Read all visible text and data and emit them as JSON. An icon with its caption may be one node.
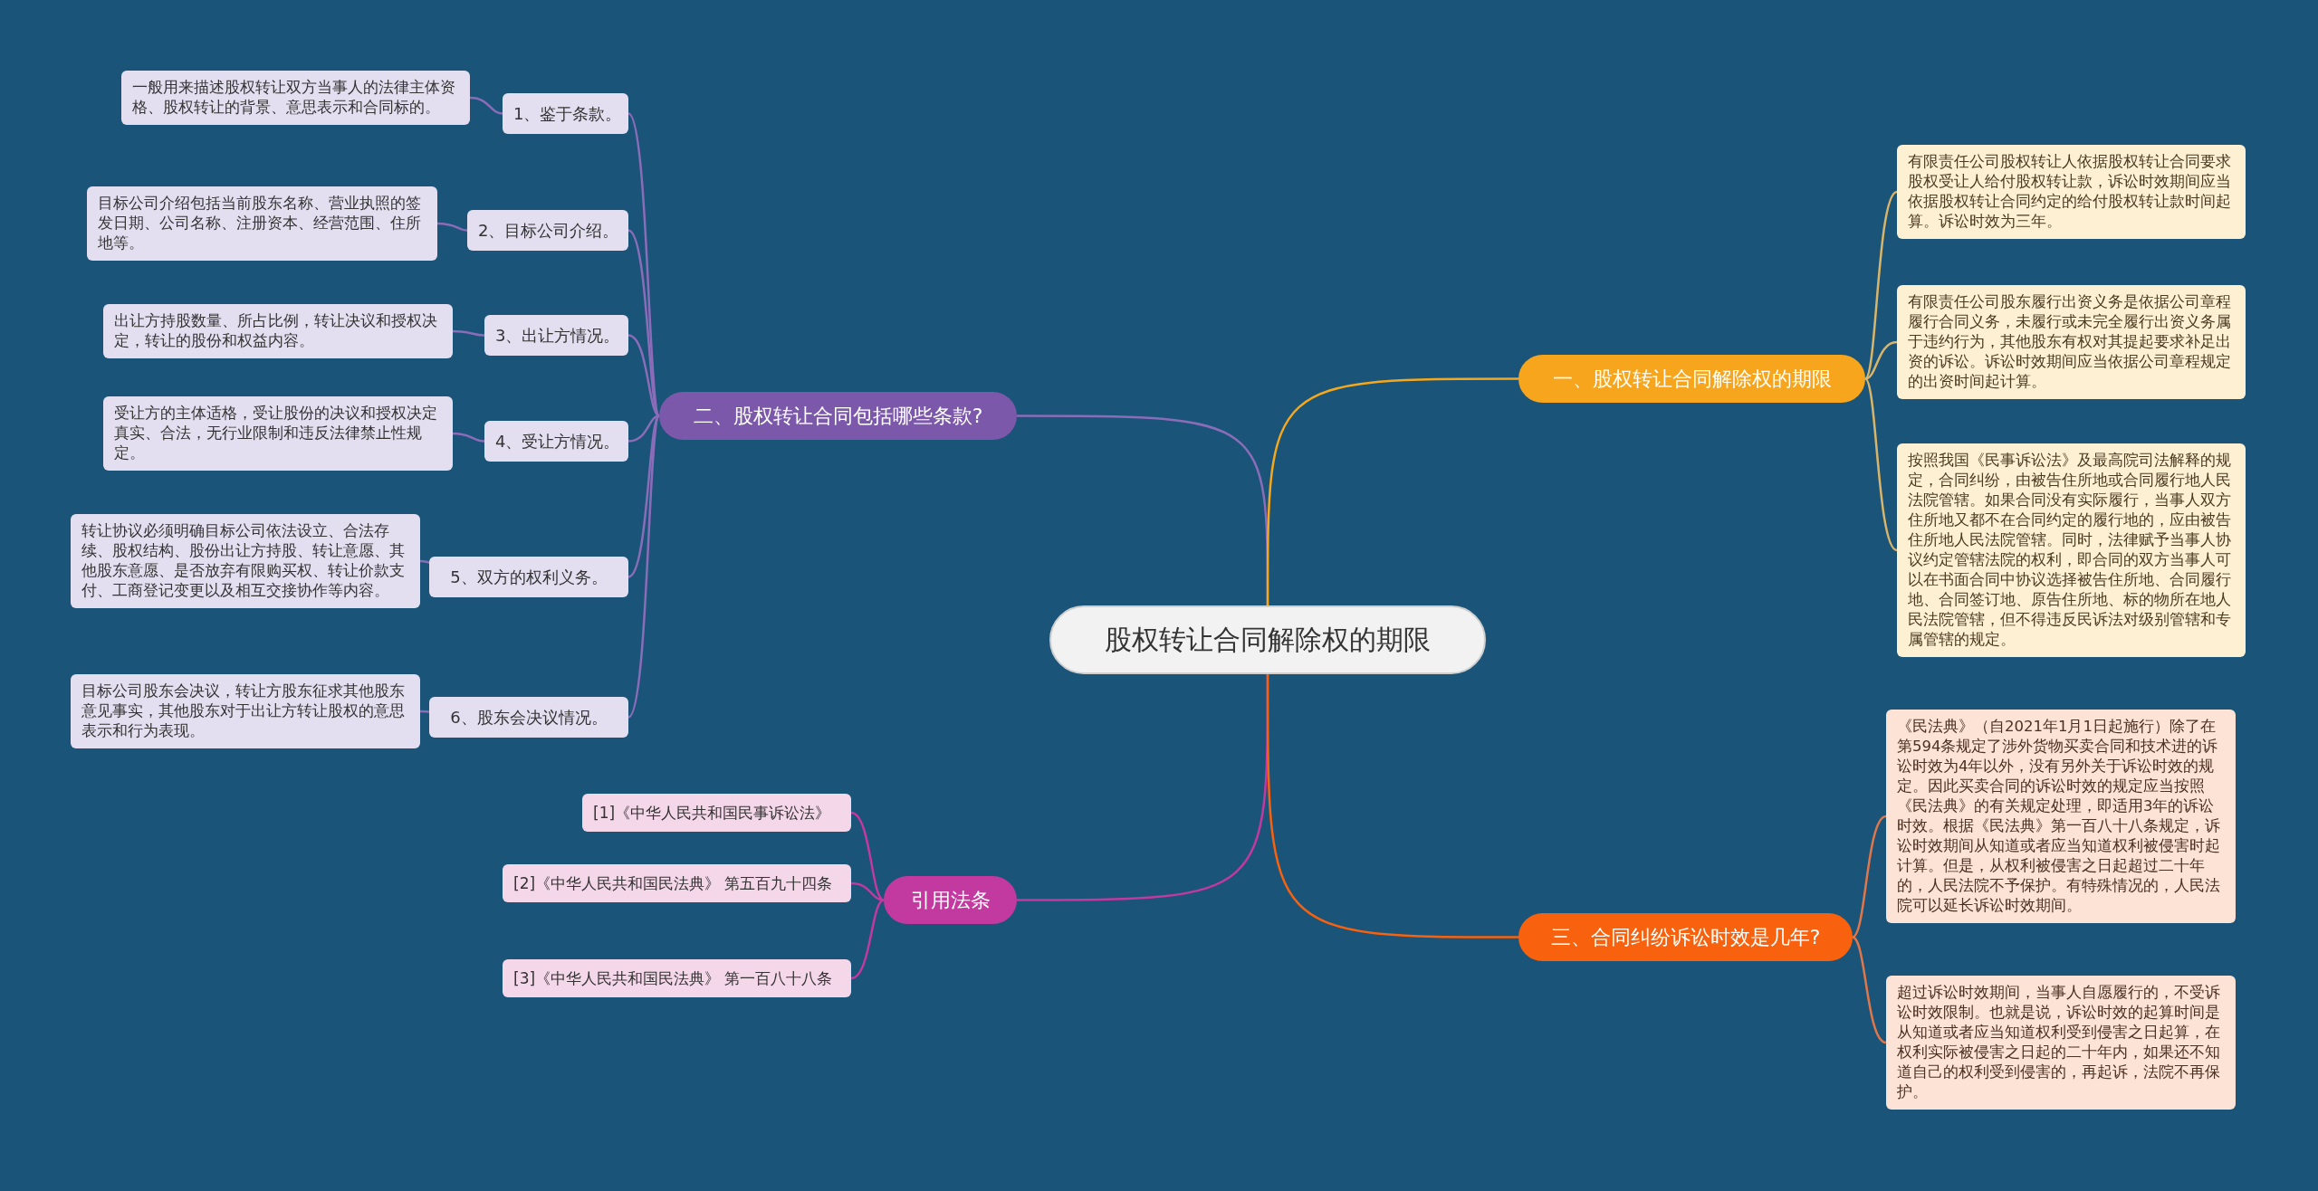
{
  "diagram": {
    "nodes": [
      {
        "text": [
          "股权转让合同解除权的期限"
        ]
      },
      {
        "text": [
          "二、股权转让合同包括哪些条款?"
        ]
      },
      {
        "text": [
          "1、鉴于条款。"
        ]
      },
      {
        "text": [
          "一般用来描述股权转让双方当事人的法律主体资格、股权转让的背景、意思表示和合同标的。"
        ]
      },
      {
        "text": [
          "2、目标公司介绍。"
        ]
      },
      {
        "text": [
          "目标公司介绍包括当前股东名称、营业执照的签发日期、公司名称、注册资本、经营范围、住所地等。"
        ]
      },
      {
        "text": [
          "3、出让方情况。"
        ]
      },
      {
        "text": [
          "出让方持股数量、所占比例，转让决议和授权决定，转让的股份和权益内容。"
        ]
      },
      {
        "text": [
          "4、受让方情况。"
        ]
      },
      {
        "text": [
          "受让方的主体适格，受让股份的决议和授权决定真实、合法，无行业限制和违反法律禁止性规定。"
        ]
      },
      {
        "text": [
          "5、双方的权利义务。"
        ]
      },
      {
        "text": [
          "转让协议必须明确目标公司依法设立、合法存续、股权结构、股份出让方持股、转让意愿、其他股东意愿、是否放弃有限购买权、转让价款支付、工商登记变更以及相互交接协作等内容。"
        ]
      },
      {
        "text": [
          "6、股东会决议情况。"
        ]
      },
      {
        "text": [
          "目标公司股东会决议，转让方股东征求其他股东意见事实，其他股东对于出让方转让股权的意思表示和行为表现。"
        ]
      },
      {
        "text": [
          "引用法条"
        ]
      },
      {
        "text": [
          "[1]《中华人民共和国民事诉讼法》"
        ]
      },
      {
        "text": [
          "[2]《中华人民共和国民法典》 第五百九十四条"
        ]
      },
      {
        "text": [
          "[3]《中华人民共和国民法典》 第一百八十八条"
        ]
      },
      {
        "text": [
          "一、股权转让合同解除权的期限"
        ]
      },
      {
        "text": [
          "有限责任公司股权转让人依据股权转让合同要求股权受让人给付股权转让款，诉讼时效期间应当依据股权转让合同约定的给付股权转让款时间起算。诉讼时效为三年。"
        ]
      },
      {
        "text": [
          "有限责任公司股东履行出资义务是依据公司章程履行合同义务，未履行或未完全履行出资义务属于违约行为，其他股东有权对其提起要求补足出资的诉讼。诉讼时效期间应当依据公司章程规定的出资时间起计算。"
        ]
      },
      {
        "text": [
          "按照我国《民事诉讼法》及最高院司法解释的规定，合同纠纷，由被告住所地或合同履行地人民法院管辖。如果合同没有实际履行，当事人双方住所地又都不在合同约定的履行地的，应由被告住所地人民法院管辖。同时，法律赋予当事人协议约定管辖法院的权利，即合同的双方当事人可以在书面合同中协议选择被告住所地、合同履行地、合同签订地、原告住所地、标的物所在地人民法院管辖，但不得违反民诉法对级别管辖和专属管辖的规定。"
        ]
      },
      {
        "text": [
          "三、合同纠纷诉讼时效是几年?"
        ]
      },
      {
        "text": [
          "《民法典》（自2021年1月1日起施行）除了在第594条规定了涉外货物买卖合同和技术进的诉讼时效为4年以外，没有另外关于诉讼时效的规定。因此买卖合同的诉讼时效的规定应当按照《民法典》的有关规定处理，即适用3年的诉讼时效。根据《民法典》第一百八十八条规定，诉讼时效期间从知道或者应当知道权利被侵害时起计算。但是，从权利被侵害之日起超过二十年的，人民法院不予保护。有特殊情况的，人民法院可以延长诉讼时效期间。"
        ]
      },
      {
        "text": [
          "超过诉讼时效期间，当事人自愿履行的，不受诉讼时效限制。也就是说，诉讼时效的起算时间是从知道或者应当知道权利受到侵害之日起算，在权利实际被侵害之日起的二十年内，如果还不知道自己的权利受到侵害的，再起诉，法院不再保护。"
        ]
      }
    ],
    "edges": [
      {
        "from": 0,
        "to": 1,
        "arrow": "none"
      },
      {
        "from": 1,
        "to": 2,
        "arrow": "none"
      },
      {
        "from": 2,
        "to": 3,
        "arrow": "none"
      },
      {
        "from": 1,
        "to": 4,
        "arrow": "none"
      },
      {
        "from": 4,
        "to": 5,
        "arrow": "none"
      },
      {
        "from": 1,
        "to": 6,
        "arrow": "none"
      },
      {
        "from": 6,
        "to": 7,
        "arrow": "none"
      },
      {
        "from": 1,
        "to": 8,
        "arrow": "none"
      },
      {
        "from": 8,
        "to": 9,
        "arrow": "none"
      },
      {
        "from": 1,
        "to": 10,
        "arrow": "none"
      },
      {
        "from": 10,
        "to": 11,
        "arrow": "none"
      },
      {
        "from": 1,
        "to": 12,
        "arrow": "none"
      },
      {
        "from": 12,
        "to": 13,
        "arrow": "none"
      },
      {
        "from": 0,
        "to": 14,
        "arrow": "none",
        "color": "#c2399f"
      },
      {
        "from": 14,
        "to": 15,
        "arrow": "none",
        "color": "#c2399f"
      },
      {
        "from": 14,
        "to": 16,
        "arrow": "none",
        "color": "#c2399f"
      },
      {
        "from": 14,
        "to": 17,
        "arrow": "none",
        "color": "#c2399f"
      },
      {
        "from": 0,
        "to": 18,
        "arrow": "none",
        "color": "#f5a81c"
      },
      {
        "from": 18,
        "to": 19,
        "arrow": "none",
        "color": "#d9b56a"
      },
      {
        "from": 18,
        "to": 20,
        "arrow": "none",
        "color": "#d9b56a"
      },
      {
        "from": 18,
        "to": 21,
        "arrow": "none",
        "color": "#d9b56a"
      },
      {
        "from": 0,
        "to": 22,
        "arrow": "none",
        "color": "#f8620e"
      },
      {
        "from": 22,
        "to": 23,
        "arrow": "none",
        "color": "#e0774a"
      },
      {
        "from": 22,
        "to": 24,
        "arrow": "none",
        "color": "#e0774a"
      }
    ]
  }
}
